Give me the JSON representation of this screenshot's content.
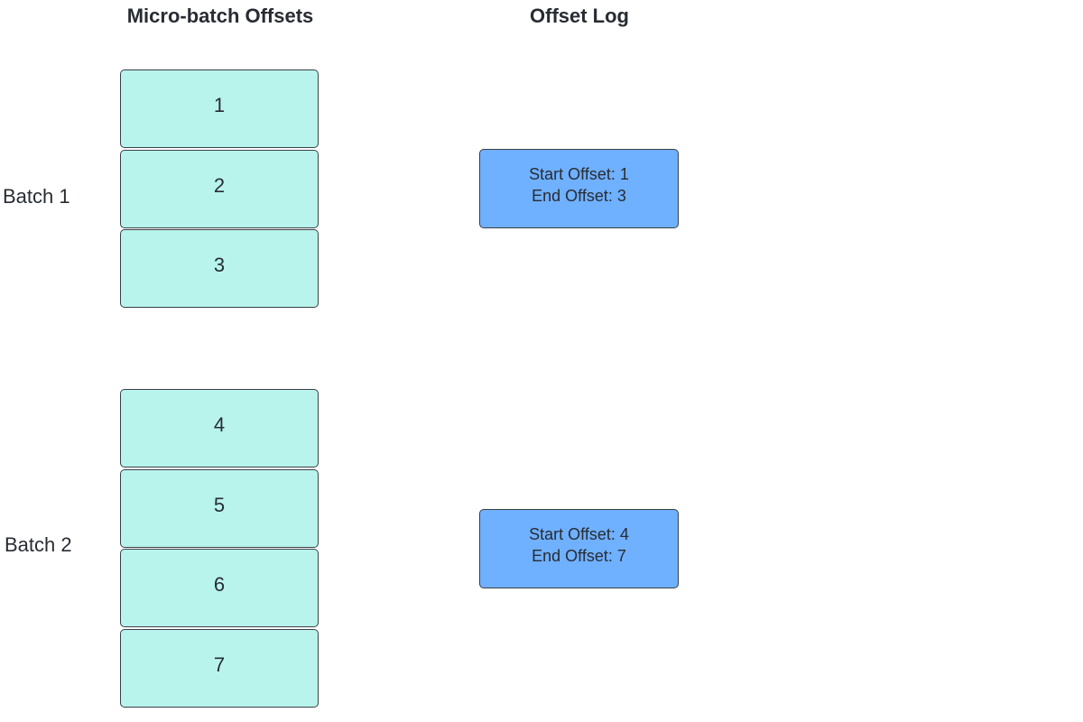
{
  "headings": {
    "offsets": "Micro-batch Offsets",
    "log": "Offset Log"
  },
  "batches": [
    {
      "label": "Batch 1",
      "offsets": [
        "1",
        "2",
        "3"
      ],
      "log": {
        "start": "Start Offset: 1",
        "end": "End Offset: 3"
      }
    },
    {
      "label": "Batch 2",
      "offsets": [
        "4",
        "5",
        "6",
        "7"
      ],
      "log": {
        "start": "Start Offset: 4",
        "end": "End Offset: 7"
      }
    }
  ],
  "colors": {
    "offset_cell_fill": "#b8f4ec",
    "log_entry_fill": "#6fb0ff",
    "border": "#3a3f47",
    "text": "#282c33"
  }
}
